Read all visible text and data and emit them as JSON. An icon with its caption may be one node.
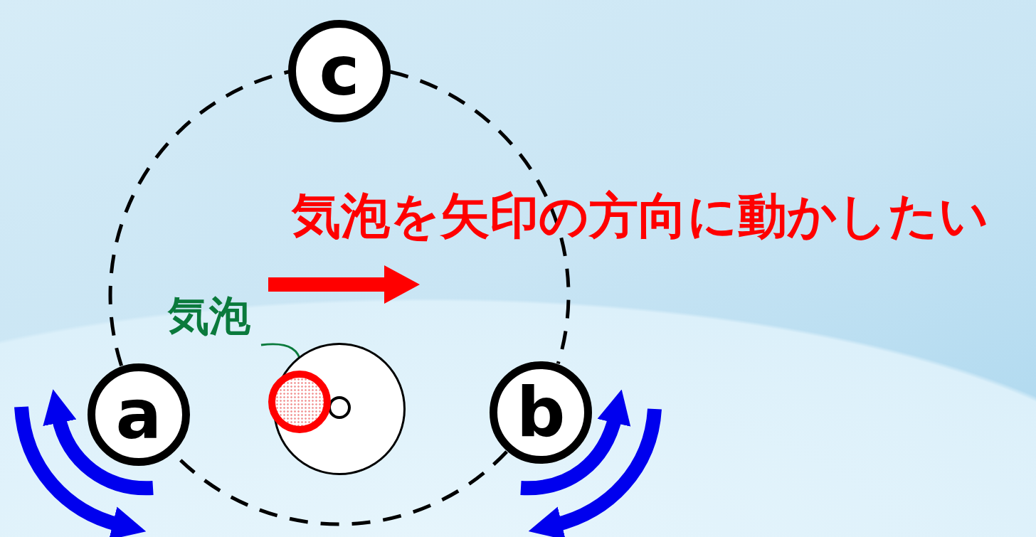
{
  "diagram": {
    "nodes": [
      {
        "text": [
          "c"
        ]
      },
      {
        "text": [
          "a"
        ]
      },
      {
        "text": [
          "b"
        ]
      },
      {
        "text": [],
        "shape": "circle"
      },
      {
        "text": [],
        "shape": "circle"
      },
      {
        "text": [],
        "shape": "circle",
        "in": 3
      },
      {
        "text": [
          "気泡"
        ]
      }
    ],
    "edges": [
      {
        "from": 1,
        "to": 0,
        "arrow": "none",
        "style": "dashed"
      },
      {
        "from": 0,
        "to": 2,
        "arrow": "none",
        "style": "dashed"
      },
      {
        "from": 2,
        "to": 1,
        "arrow": "none",
        "style": "dashed"
      },
      {
        "from": 6,
        "to": 4,
        "arrow": "none",
        "color": "#0a7a3c"
      }
    ],
    "labels": [
      "気泡を矢印の方向に動かしたい"
    ]
  }
}
